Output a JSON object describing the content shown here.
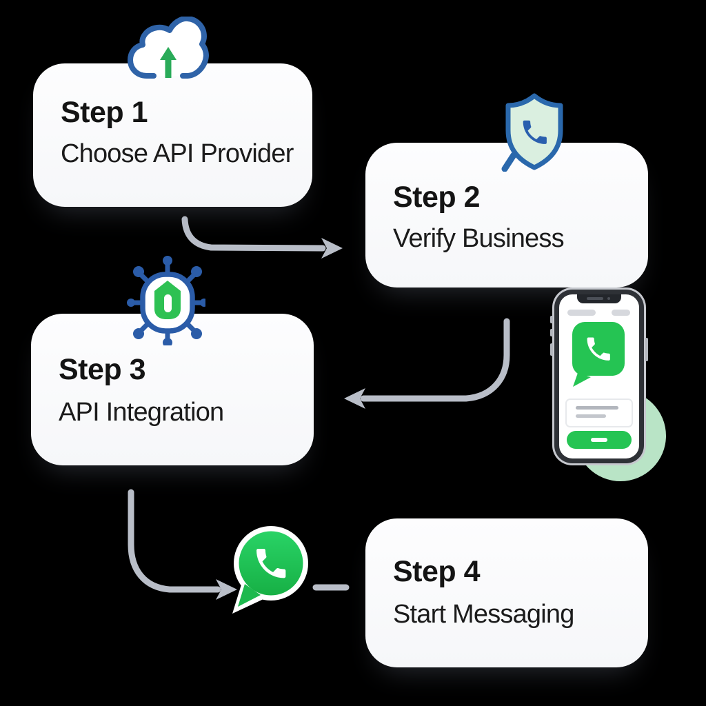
{
  "diagram": {
    "description": "4-step WhatsApp API setup flow infographic",
    "steps": [
      {
        "title": "Step 1",
        "subtitle": "Choose API Provider",
        "icon": "cloud-upload-icon"
      },
      {
        "title": "Step 2",
        "subtitle": "Verify Business",
        "icon": "shield-phone-icon"
      },
      {
        "title": "Step 3",
        "subtitle": "API Integration",
        "icon": "api-network-chip-icon"
      },
      {
        "title": "Step 4",
        "subtitle": "Start Messaging",
        "icon": "whatsapp-logo-icon"
      }
    ],
    "connectors": [
      "step1-to-step2-arrow",
      "step2-to-step3-arrow",
      "step3-to-whatsapp-arrow",
      "whatsapp-to-step4-dash"
    ],
    "phone_mockup": {
      "elements": [
        "notch",
        "status-pill-left",
        "status-pill-right",
        "whatsapp-chat-bubble-icon",
        "message-preview-card",
        "green-action-button"
      ]
    }
  },
  "colors": {
    "background": "#000000",
    "card_background": "#fbfcfe",
    "text": "#161616",
    "outline_blue": "#2b63a8",
    "brand_green": "#25c453",
    "whatsapp_green_top": "#29d366",
    "whatsapp_green_bottom": "#17b045",
    "mint_green": "#daefe0",
    "soft_green_circle": "#b9e4c6",
    "arrow_gray": "#b9bec8"
  }
}
